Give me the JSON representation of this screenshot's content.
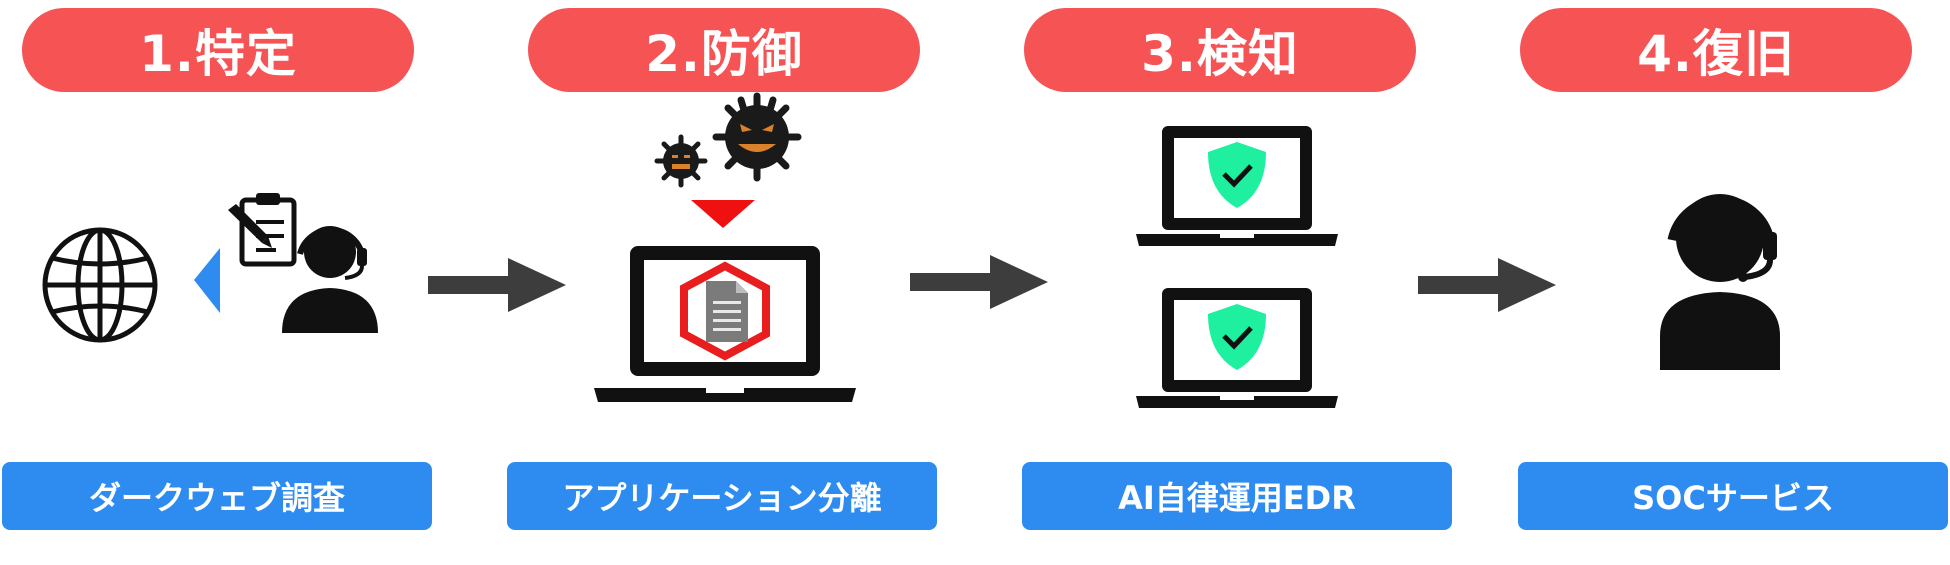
{
  "steps": [
    {
      "title": "1.特定",
      "label": "ダークウェブ調査",
      "icon": "globe-icon"
    },
    {
      "title": "2.防御",
      "label": "アプリケーション分離",
      "icon": "laptop-isolation-icon"
    },
    {
      "title": "3.検知",
      "label": "AI自律運用EDR",
      "icon": "laptop-shield-icon"
    },
    {
      "title": "4.復旧",
      "label": "SOCサービス",
      "icon": "operator-headset-icon"
    }
  ],
  "colors": {
    "step_pill": "#f65355",
    "label_box": "#2e8cf0",
    "arrow": "#3d3d3d",
    "shield": "#1ef0a0",
    "virus": "#1a1a1a",
    "isolation_border": "#e81e1e",
    "blue_triangle": "#2e8cf0"
  }
}
